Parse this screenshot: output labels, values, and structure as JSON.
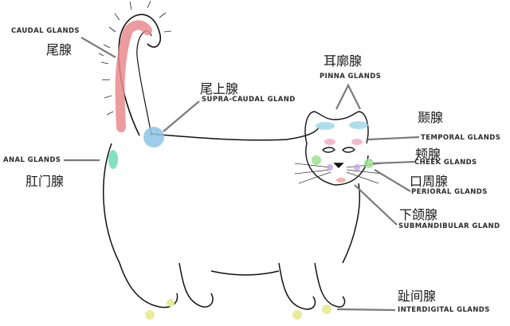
{
  "diagram": {
    "subject": "Cat scent glands",
    "colors": {
      "caudal": "#e98a8e",
      "supra_caudal": "#8cc4e4",
      "anal": "#6fdcb4",
      "pinna": "#9ad6e6",
      "temporal": "#f0a9c0",
      "cheek": "#9be28e",
      "perioral": "#c7a8e8",
      "submandibular": "#f4a49a",
      "interdigital": "#e8ec9a",
      "leader_line": "#7a7a7a",
      "text": "#2b2b2b"
    },
    "labels": [
      {
        "id": "caudal",
        "en": "CAUDAL GLANDS",
        "zh": "尾腺"
      },
      {
        "id": "supra_caudal",
        "en": "SUPRA-CAUDAL GLAND",
        "zh": "尾上腺"
      },
      {
        "id": "anal",
        "en": "ANAL GLANDS",
        "zh": "肛门腺"
      },
      {
        "id": "pinna",
        "en": "PINNA GLANDS",
        "zh": "耳廓腺"
      },
      {
        "id": "temporal",
        "en": "TEMPORAL GLANDS",
        "zh": "颞腺"
      },
      {
        "id": "cheek",
        "en": "CHEEK GLANDS",
        "zh": "颊腺"
      },
      {
        "id": "perioral",
        "en": "PERIORAL GLANDS",
        "zh": "口周腺"
      },
      {
        "id": "submandibular",
        "en": "SUBMANDIBULAR GLAND",
        "zh": "下颌腺"
      },
      {
        "id": "interdigital",
        "en": "INTERDIGITAL GLANDS",
        "zh": "趾间腺"
      }
    ]
  }
}
